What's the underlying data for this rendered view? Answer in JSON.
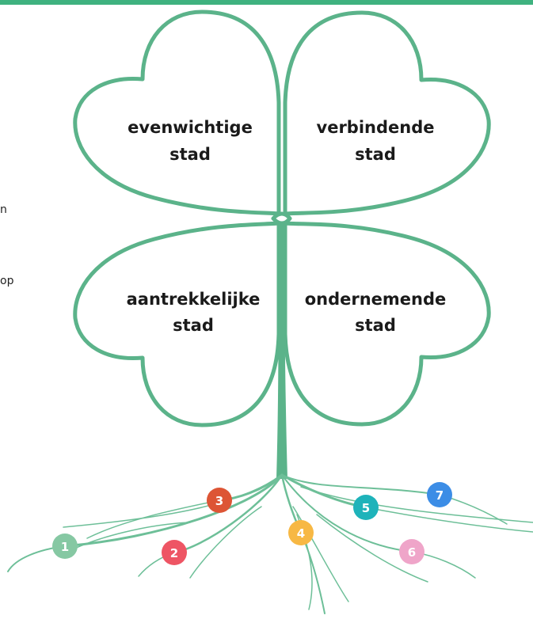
{
  "colors": {
    "accent": "#3fb27f",
    "stroke": "#5bb38a",
    "root": "#6dbf98"
  },
  "edge_text": [
    "n",
    "op"
  ],
  "leaves": [
    {
      "line1": "evenwichtige",
      "line2": "stad"
    },
    {
      "line1": "verbindende",
      "line2": "stad"
    },
    {
      "line1": "aantrekkelijke",
      "line2": "stad"
    },
    {
      "line1": "ondernemende",
      "line2": "stad"
    }
  ],
  "badges": [
    {
      "label": "1",
      "color": "#86c8a3"
    },
    {
      "label": "2",
      "color": "#ee5564"
    },
    {
      "label": "3",
      "color": "#dd5535"
    },
    {
      "label": "4",
      "color": "#f7b844"
    },
    {
      "label": "5",
      "color": "#1eb3ba"
    },
    {
      "label": "6",
      "color": "#efa5c9"
    },
    {
      "label": "7",
      "color": "#3c8de6"
    }
  ]
}
